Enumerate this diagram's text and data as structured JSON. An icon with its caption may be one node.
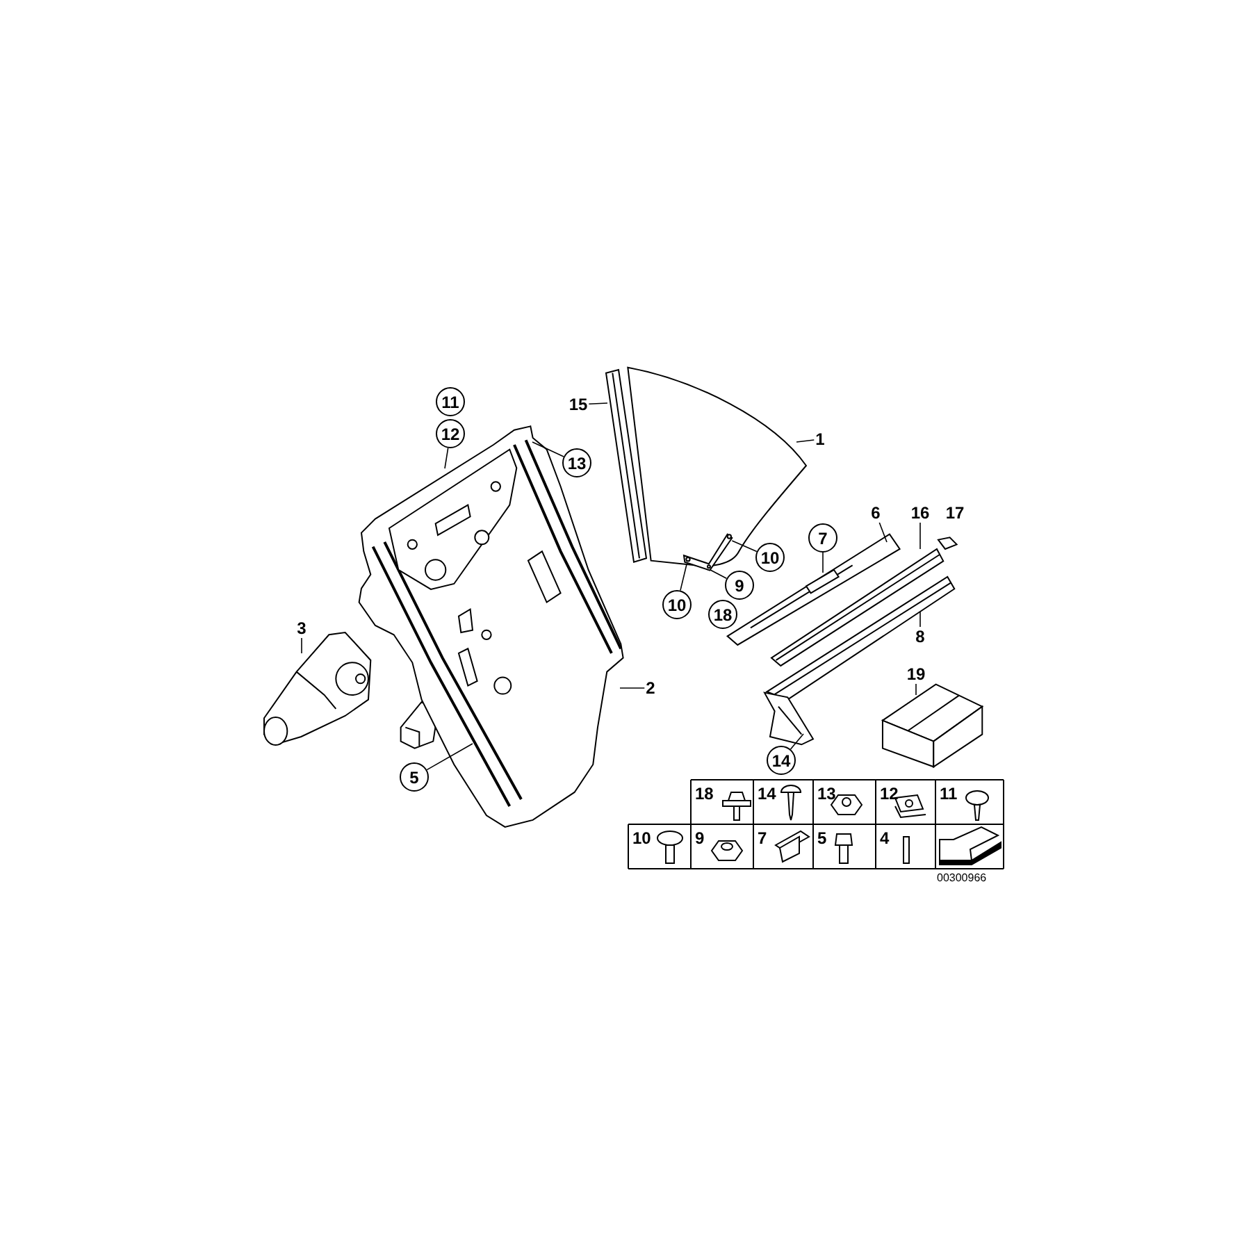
{
  "diagram": {
    "nodes": [
      {
        "text": [
          "11"
        ]
      },
      {
        "text": [
          "12"
        ]
      },
      {
        "text": [
          "13"
        ]
      },
      {
        "text": [
          "15"
        ]
      },
      {
        "text": [
          "1"
        ]
      },
      {
        "text": [
          "6"
        ]
      },
      {
        "text": [
          "16"
        ]
      },
      {
        "text": [
          "17"
        ]
      },
      {
        "text": [
          "7"
        ]
      },
      {
        "text": [
          "10"
        ]
      },
      {
        "text": [
          "3"
        ]
      },
      {
        "text": [
          "10"
        ]
      },
      {
        "text": [
          "9"
        ]
      },
      {
        "text": [
          "18"
        ]
      },
      {
        "text": [
          "8"
        ]
      },
      {
        "text": [
          "2"
        ]
      },
      {
        "text": [
          "19"
        ]
      },
      {
        "text": [
          "14"
        ]
      },
      {
        "text": [
          "5"
        ]
      },
      {
        "text": [],
        "shape": "picture"
      },
      {
        "text": [],
        "shape": "picture"
      },
      {
        "text": [],
        "shape": "picture"
      },
      {
        "text": [],
        "shape": "picture"
      },
      {
        "text": [],
        "shape": "picture",
        "in": 22
      },
      {
        "text": [],
        "shape": "picture"
      },
      {
        "text": [],
        "shape": "picture"
      },
      {
        "text": [],
        "shape": "picture"
      },
      {
        "text": [],
        "shape": "picture"
      },
      {
        "text": [],
        "shape": "picture"
      }
    ],
    "edges": [
      {
        "from": 1,
        "to": 19,
        "arrow": "none"
      },
      {
        "from": 2,
        "to": 19,
        "arrow": "none"
      },
      {
        "from": 3,
        "to": 21,
        "arrow": "none"
      },
      {
        "from": 4,
        "to": 22,
        "arrow": "none"
      },
      {
        "from": 5,
        "to": 24,
        "arrow": "none"
      },
      {
        "from": 6,
        "to": 25,
        "arrow": "none"
      },
      {
        "from": 8,
        "to": 24,
        "arrow": "none"
      },
      {
        "from": 9,
        "to": 23,
        "arrow": "none"
      },
      {
        "from": 10,
        "to": 20,
        "arrow": "none"
      },
      {
        "from": 11,
        "to": 23,
        "arrow": "none"
      },
      {
        "from": 12,
        "to": 23,
        "arrow": "none"
      },
      {
        "from": 14,
        "to": 26,
        "arrow": "none"
      },
      {
        "from": 15,
        "to": 19,
        "arrow": "none"
      },
      {
        "from": 16,
        "to": 28,
        "arrow": "none"
      },
      {
        "from": 17,
        "to": 27,
        "arrow": "none"
      },
      {
        "from": 18,
        "to": 19,
        "arrow": "none"
      }
    ],
    "labels": [
      "18",
      "14",
      "13",
      "12",
      "11",
      "10",
      "9",
      "7",
      "5",
      "4",
      "00300966"
    ]
  }
}
